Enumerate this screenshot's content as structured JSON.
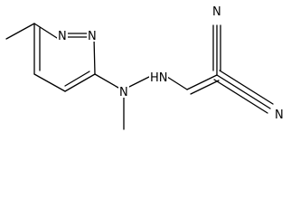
{
  "molecule": {
    "atoms": {
      "n1": "N",
      "n2": "N",
      "hn": "HN",
      "n_me": "N",
      "cn_top": "N",
      "cn_bottom": "N"
    },
    "colors": {
      "bond": "#000000",
      "label": "#000000",
      "background": "#ffffff"
    }
  }
}
